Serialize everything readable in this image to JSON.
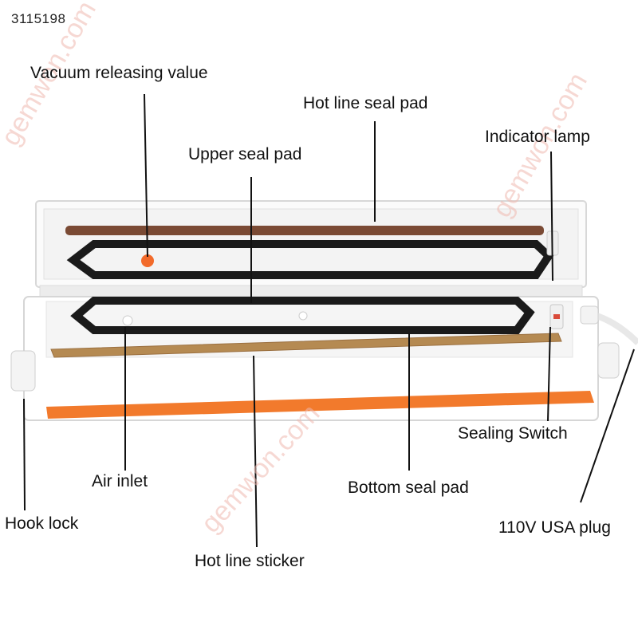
{
  "product_id": "3115198",
  "watermark": "gemwon.com",
  "labels": {
    "vacuum_releasing": "Vacuum releasing value",
    "hot_line_seal_pad": "Hot line seal pad",
    "indicator_lamp": "Indicator lamp",
    "upper_seal_pad": "Upper seal pad",
    "sealing_switch": "Sealing Switch",
    "air_inlet": "Air inlet",
    "bottom_seal_pad": "Bottom seal pad",
    "hook_lock": "Hook lock",
    "usa_plug": "110V USA plug",
    "hot_line_sticker": "Hot line sticker"
  },
  "colors": {
    "body": "#ffffff",
    "orange_stripe": "#f27a2c",
    "gasket": "#1a1a1a",
    "heating_bar": "#7a4a34",
    "sticker": "#b58a52",
    "release_valve": "#f26a2a"
  }
}
